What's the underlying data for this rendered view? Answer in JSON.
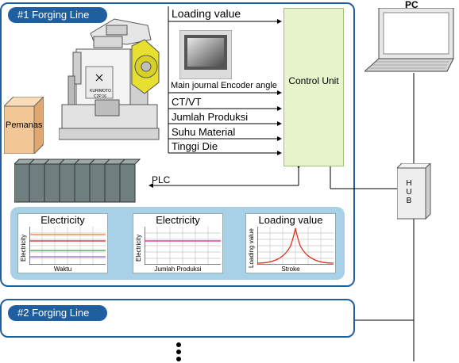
{
  "line1": {
    "title": "#1 Forging Line"
  },
  "line2": {
    "title": "#2 Forging Line"
  },
  "pc": {
    "label": "PC"
  },
  "hub": {
    "label": "HUB"
  },
  "control_unit": {
    "label": "Control Unit"
  },
  "plc": {
    "label": "PLC"
  },
  "heater": {
    "label": "Pemanas"
  },
  "press": {
    "maker": "KURIMOTO",
    "model": "C2P.16"
  },
  "signals": [
    "Loading value",
    "Main journal Encoder angle",
    "CT/VT",
    "Jumlah Produksi",
    "Suhu Material",
    "Tinggi Die"
  ],
  "charts": [
    {
      "title": "Electricity",
      "ylabel": "Electricity",
      "xlabel": "Waktu"
    },
    {
      "title": "Electricity",
      "ylabel": "Electricity",
      "xlabel": "Jumlah Produksi"
    },
    {
      "title": "Loading value",
      "ylabel": "Loading value",
      "xlabel": "Stroke"
    }
  ],
  "colors": {
    "line": "#1f5f9f",
    "control_unit": "#e8f5cc",
    "chart_bg": "#a8d0e6",
    "heater": "#f4c896",
    "yoke": "#e8e030",
    "plc": "#6f7f7f"
  }
}
